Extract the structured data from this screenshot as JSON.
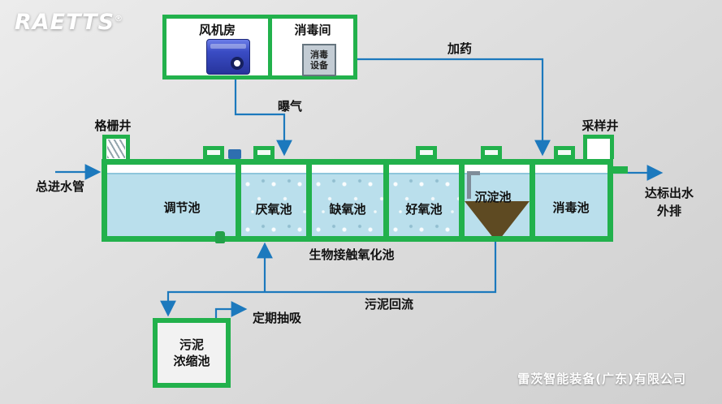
{
  "brand": {
    "logo": "RAETTS",
    "registered": "®"
  },
  "footer": {
    "company": "雷茨智能装备(广东)有限公司"
  },
  "equipment_room": {
    "fan_room": "风机房",
    "disinfection_room": "消毒间",
    "device_line1": "消毒",
    "device_line2": "设备"
  },
  "flow_labels": {
    "dosing": "加药",
    "aeration": "曝气",
    "grid_well": "格栅井",
    "main_inlet": "总进水管",
    "sampling_well": "采样井",
    "outlet_line1": "达标出水",
    "outlet_line2": "外排",
    "bio_contact_tank": "生物接触氧化池",
    "sludge_return": "污泥回流",
    "periodic_suction": "定期抽吸"
  },
  "tanks": [
    {
      "name": "调节池"
    },
    {
      "name": "厌氧池"
    },
    {
      "name": "缺氧池"
    },
    {
      "name": "好氧池"
    },
    {
      "name": "沉淀池"
    },
    {
      "name": "消毒池"
    }
  ],
  "sludge_tank": {
    "line1": "污泥",
    "line2": "浓缩池"
  },
  "colors": {
    "green": "#22b14c",
    "flow_blue": "#1c79bd",
    "water": "#badfec",
    "sludge_brown": "#5e4a22"
  }
}
